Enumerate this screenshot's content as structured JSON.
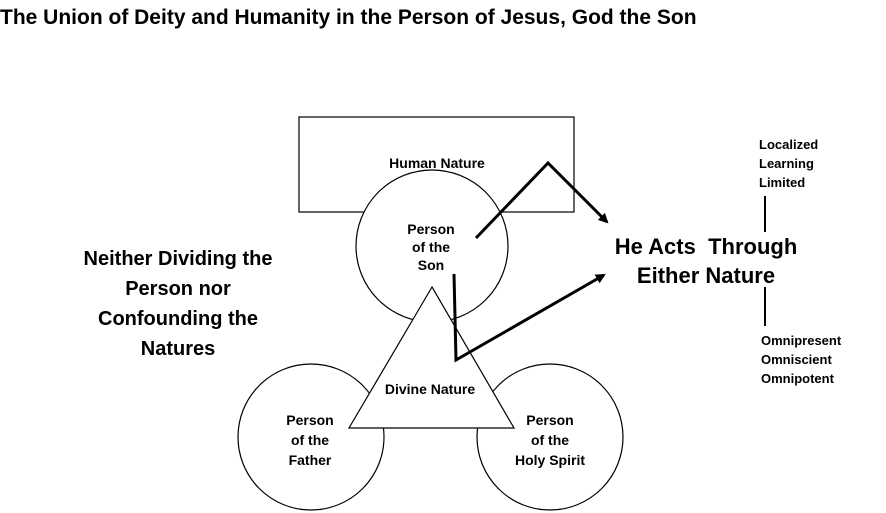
{
  "title": "The Union of Deity and Humanity in the Person of Jesus, God the Son",
  "shapes": {
    "human_nature": "Human Nature",
    "divine_nature": "Divine Nature",
    "son": [
      "Person",
      "of the",
      "Son"
    ],
    "father": [
      "Person",
      "of the",
      "Father"
    ],
    "spirit": [
      "Person",
      "of the",
      "Holy Spirit"
    ]
  },
  "left_statement": [
    "Neither Dividing the",
    "Person nor",
    "Confounding the",
    "Natures"
  ],
  "acts": [
    "He Acts  Through",
    "Either Nature"
  ],
  "human_attributes": [
    "Localized",
    "Learning",
    "Limited"
  ],
  "divine_attributes": [
    "Omnipresent",
    "Omniscient",
    "Omnipotent"
  ],
  "colors": {
    "stroke": "#000000",
    "background": "#ffffff"
  }
}
